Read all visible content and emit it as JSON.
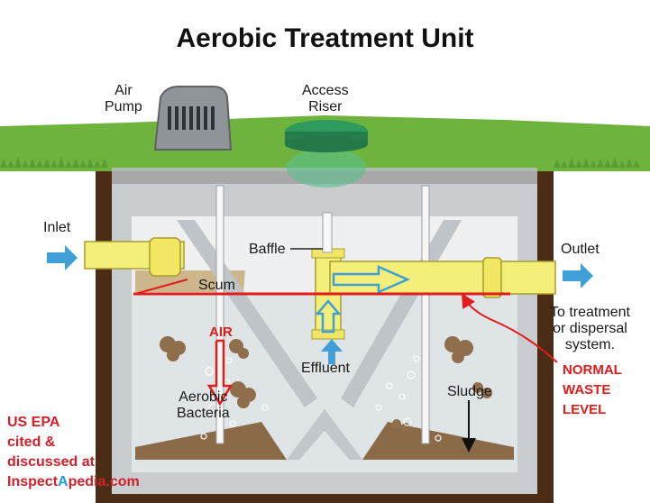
{
  "title": "Aerobic Treatment Unit",
  "labels": {
    "air_pump": [
      "Air",
      "Pump"
    ],
    "access_riser": [
      "Access",
      "Riser"
    ],
    "inlet": "Inlet",
    "outlet": "Outlet",
    "baffle": "Baffle",
    "scum": "Scum",
    "air": "AIR",
    "effluent": "Effluent",
    "aerobic_bacteria": [
      "Aerobic",
      "Bacteria"
    ],
    "sludge": "Sludge",
    "destination": [
      "To treatment",
      "or dispersal",
      "system."
    ],
    "normal_waste_level": [
      "NORMAL",
      "WASTE",
      "LEVEL"
    ]
  },
  "credit": {
    "lines": [
      "US EPA",
      "cited &",
      "discussed at"
    ],
    "site_part1": "Inspect",
    "site_accent": "A",
    "site_part2": "pedia.com"
  },
  "colors": {
    "grass": "#6fb33f",
    "soil": "#4a2d14",
    "tank": "#c9cdd0",
    "water": "#dfe4e7",
    "pipe": "#f3ef7a",
    "riser": "#2e9a5e",
    "flow_arrow": "#3f9fd6",
    "annotation_red": "#e21b1b",
    "sludge": "#8b6b47"
  }
}
